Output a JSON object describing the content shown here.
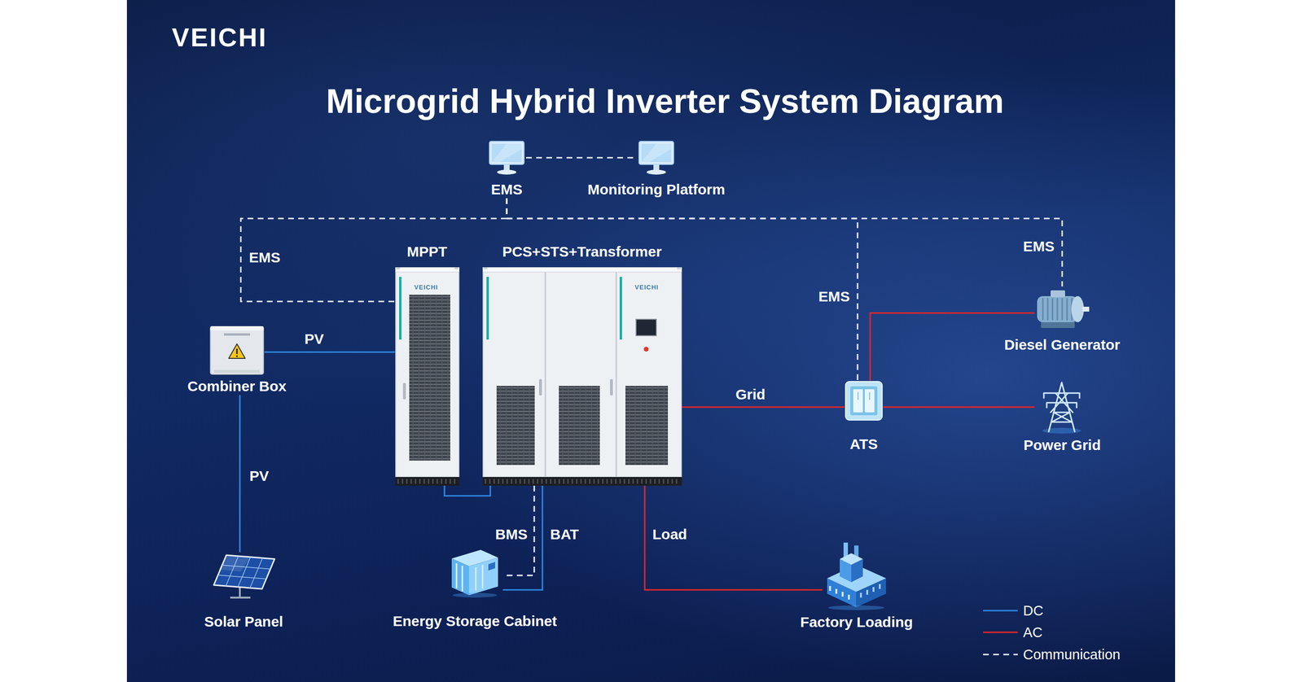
{
  "diagram": {
    "title": "Microgrid Hybrid Inverter System Diagram",
    "nodes": [
      {
        "text": [
          "EMS"
        ]
      },
      {
        "text": [
          "Monitoring Platform"
        ]
      },
      {
        "text": [
          "MPPT"
        ]
      },
      {
        "text": [
          "PCS+STS+Transformer"
        ]
      },
      {
        "text": [
          "Combiner Box"
        ]
      },
      {
        "text": [
          "Solar Panel"
        ]
      },
      {
        "text": [
          "Energy Storage Cabinet"
        ]
      },
      {
        "text": [
          "ATS"
        ]
      },
      {
        "text": [
          "Diesel Generator"
        ]
      },
      {
        "text": [
          "Power Grid"
        ]
      },
      {
        "text": [
          "Factory Loading"
        ]
      }
    ],
    "edges": [
      {
        "from": 0,
        "to": 1,
        "arrow": "none"
      },
      {
        "from": 0,
        "to": 2,
        "label": "EMS",
        "arrow": "none"
      },
      {
        "from": 0,
        "to": 7,
        "label": "EMS",
        "arrow": "none"
      },
      {
        "from": 0,
        "to": 8,
        "label": "EMS",
        "arrow": "none"
      },
      {
        "from": 4,
        "to": 2,
        "label": "PV",
        "arrow": "none"
      },
      {
        "from": 5,
        "to": 4,
        "label": "PV",
        "arrow": "none"
      },
      {
        "from": 2,
        "to": 3,
        "arrow": "none"
      },
      {
        "from": 3,
        "to": 6,
        "label": "BMS",
        "arrow": "none"
      },
      {
        "from": 3,
        "to": 6,
        "label": "BAT",
        "arrow": "none"
      },
      {
        "from": 3,
        "to": 7,
        "label": "Grid",
        "arrow": "none"
      },
      {
        "from": 7,
        "to": 8,
        "arrow": "none"
      },
      {
        "from": 7,
        "to": 9,
        "arrow": "none"
      },
      {
        "from": 3,
        "to": 10,
        "label": "Load",
        "arrow": "none"
      }
    ],
    "labels": [
      "VEICHI",
      "VEICHI",
      "VEICHI"
    ],
    "legend": [
      {
        "text": "DC"
      },
      {
        "text": "AC"
      },
      {
        "text": "Communication"
      }
    ]
  }
}
